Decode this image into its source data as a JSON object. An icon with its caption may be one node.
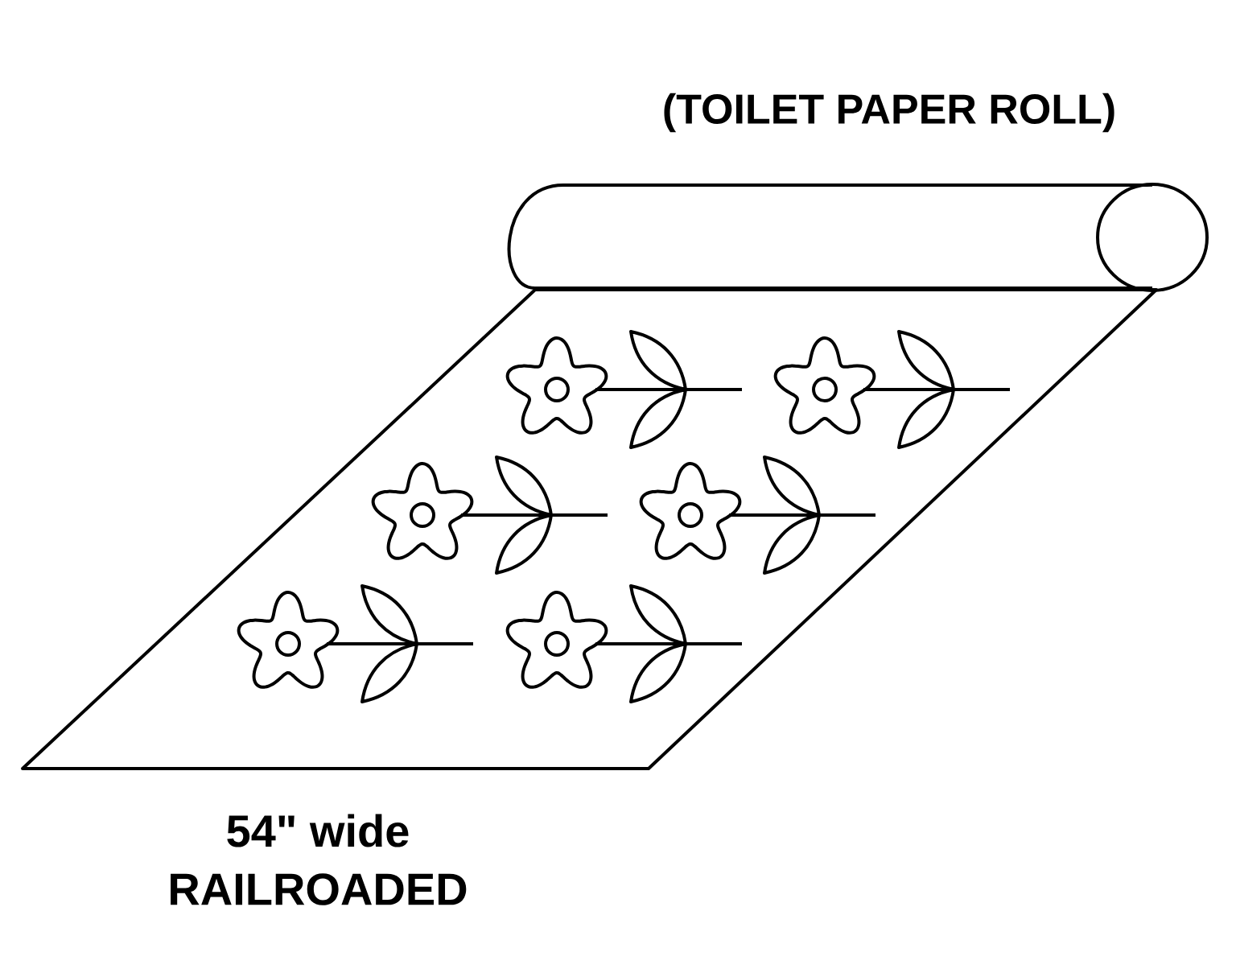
{
  "diagram": {
    "labels": [
      "(TOILET PAPER ROLL)",
      "54\" wide",
      "RAILROADED"
    ]
  }
}
